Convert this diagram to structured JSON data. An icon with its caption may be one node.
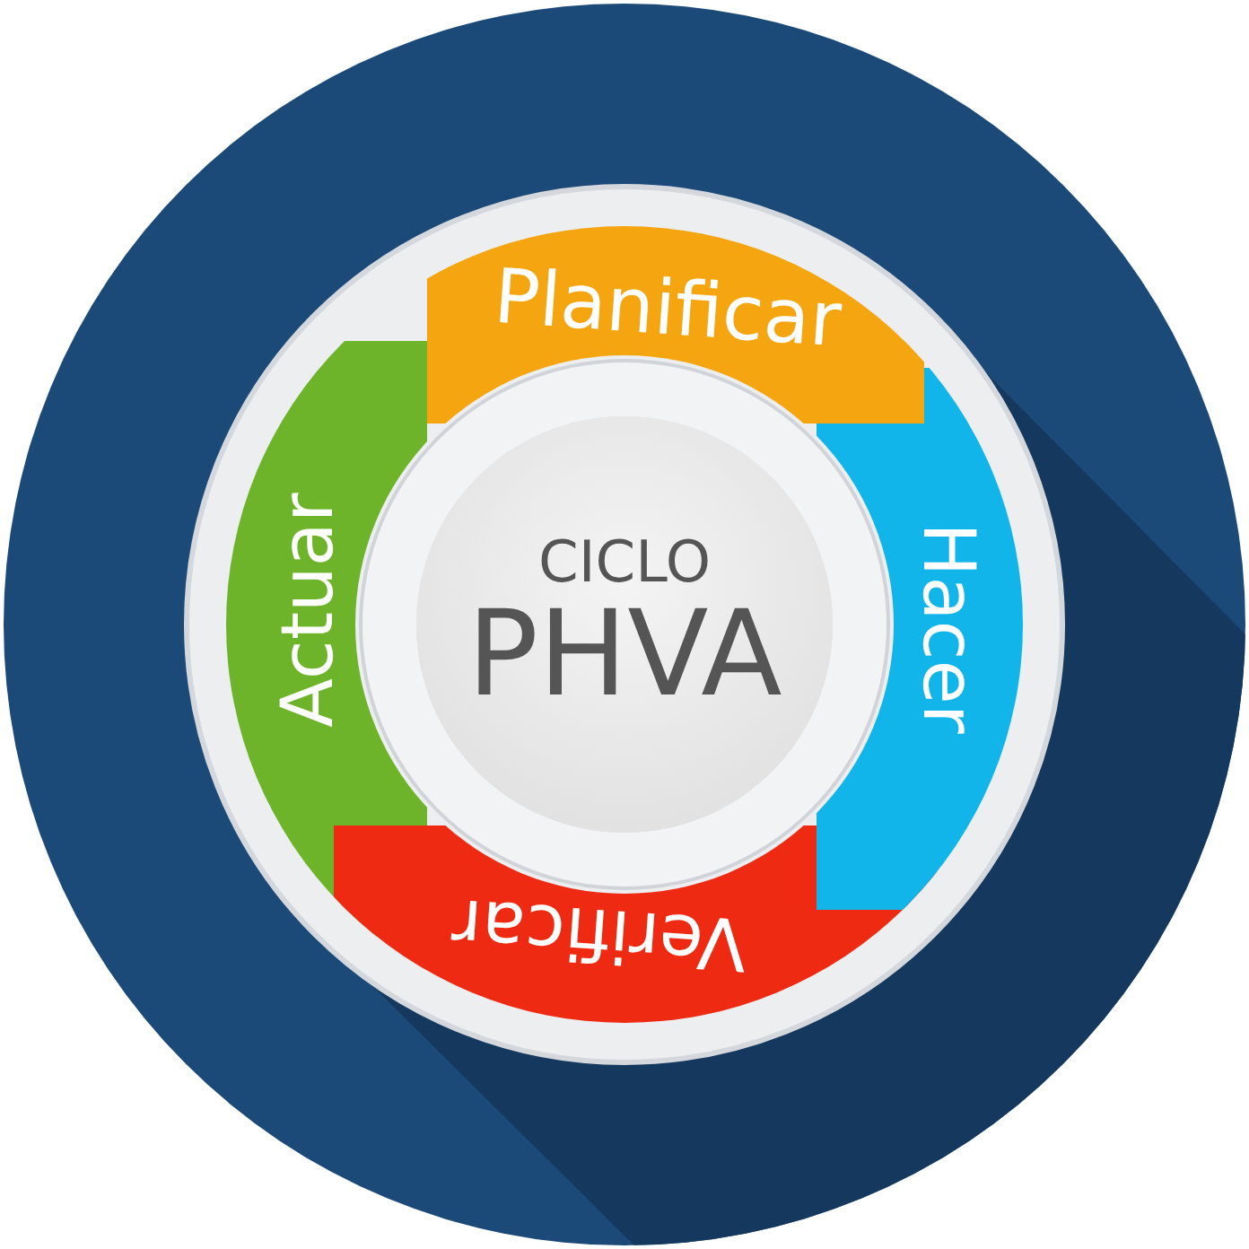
{
  "diagram": {
    "nodes": [
      {
        "text": [
          "CICLO",
          "PHVA"
        ]
      },
      {
        "text": [
          "Planificar"
        ]
      },
      {
        "text": [
          "Hacer"
        ]
      },
      {
        "text": [
          "Verificar"
        ]
      },
      {
        "text": [
          "Actuar"
        ]
      }
    ]
  }
}
